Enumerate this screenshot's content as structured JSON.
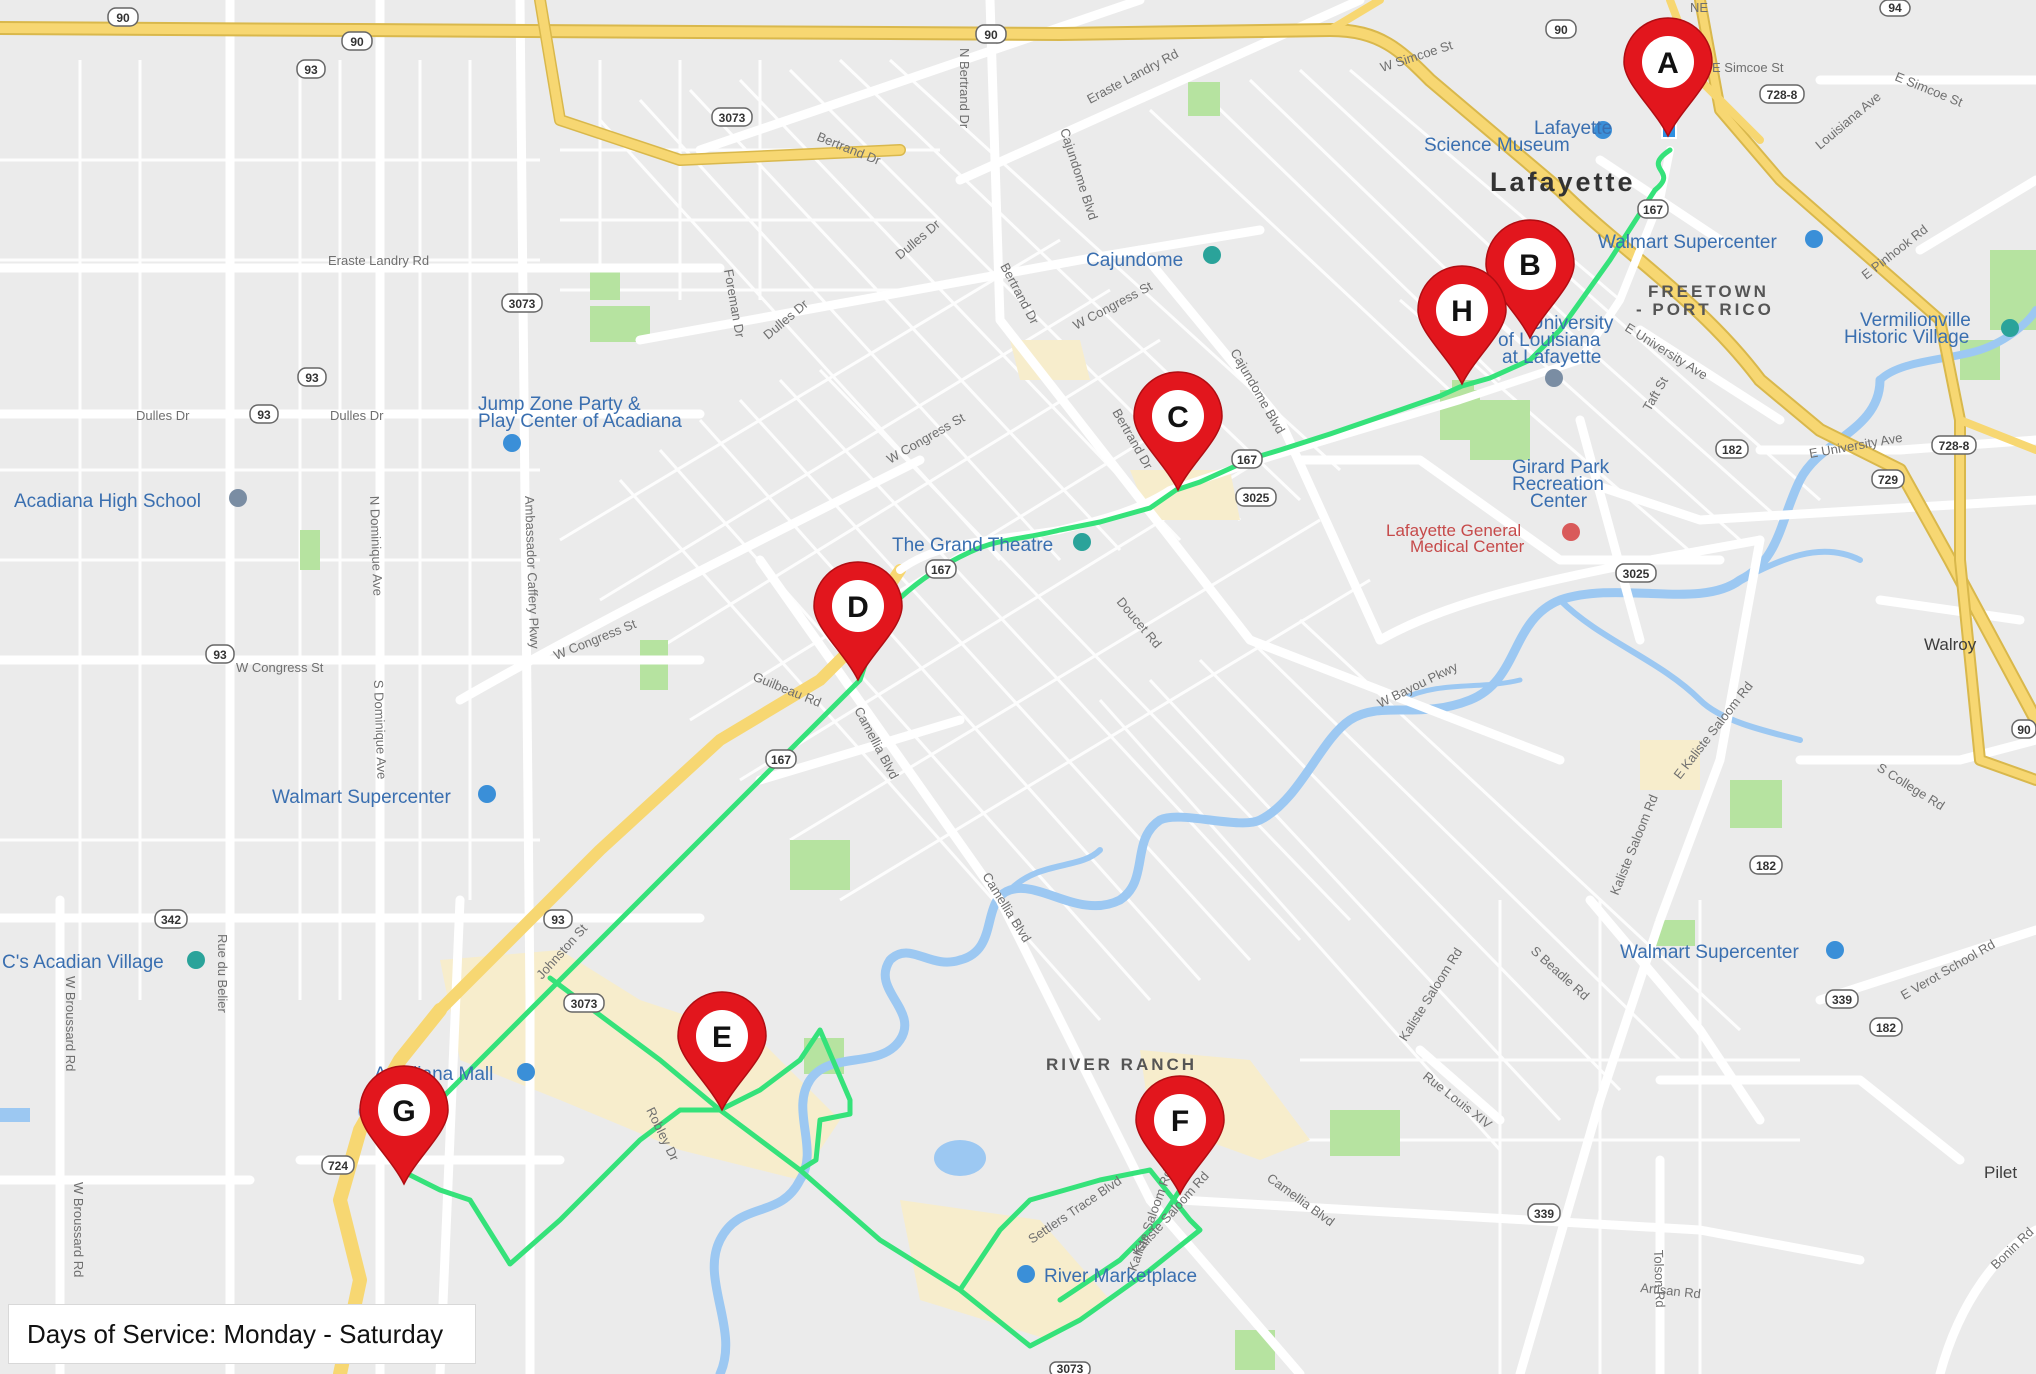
{
  "service": {
    "text": "Days of Service: Monday - Saturday"
  },
  "route": {
    "color": "#35e27a"
  },
  "stops": [
    "A",
    "B",
    "C",
    "D",
    "E",
    "F",
    "G",
    "H"
  ],
  "colors": {
    "pin": "#e2161d",
    "land": "#ebebeb",
    "water": "#9cc8f2",
    "major_road": "#f7d772",
    "park": "#b6e3a0",
    "commercial": "#f7edcc"
  },
  "areas": {
    "city": "Lafayette",
    "freetown_1": "FREETOWN",
    "freetown_2": "- PORT RICO",
    "river_ranch": "RIVER RANCH",
    "walroy": "Walroy",
    "pilet": "Pilet"
  },
  "pois": {
    "science_museum_1": "Lafayette",
    "science_museum_2": "Science Museum",
    "walmart_1": "Walmart Supercenter",
    "walmart_2": "Walmart Supercenter",
    "walmart_3": "Walmart Supercenter",
    "cajundome": "Cajundome",
    "ul_1": "University",
    "ul_2": "of Louisiana",
    "ul_3": "at Lafayette",
    "vermilionville_1": "Vermilionville",
    "vermilionville_2": "Historic Village",
    "jump_zone_1": "Jump Zone Party &",
    "jump_zone_2": "Play Center of Acadiana",
    "acadiana_high": "Acadiana High School",
    "grand_theatre": "The Grand Theatre",
    "girard_1": "Girard Park",
    "girard_2": "Recreation",
    "girard_3": "Center",
    "general_1": "Lafayette General",
    "general_2": "Medical Center",
    "acadiana_mall": "Acadiana Mall",
    "acadian_village": "C's Acadian Village",
    "river_marketplace": "River Marketplace"
  },
  "streets": {
    "w_simcoe": "W Simcoe St",
    "e_simcoe": "E Simcoe St",
    "e_simcoe_2": "E Simcoe St",
    "louisiana_ave": "Louisiana Ave",
    "n_bertrand": "N Bertrand Dr",
    "eraste_landry_1": "Eraste Landry Rd",
    "eraste_landry_2": "Eraste Landry Rd",
    "bertrand_1": "Bertrand Dr",
    "bertrand_2": "Bertrand Dr",
    "bertrand_3": "Bertrand Dr",
    "cajundome_blvd_1": "Cajundome Blvd",
    "cajundome_blvd_2": "Cajundome Blvd",
    "dulles_1": "Dulles Dr",
    "dulles_2": "Dulles Dr",
    "dulles_3": "Dulles Dr",
    "dulles_4": "Dulles Dr",
    "foreman": "Foreman Dr",
    "w_congress_1": "W Congress St",
    "w_congress_2": "W Congress St",
    "w_congress_3": "W Congress St",
    "w_congress_4": "W Congress St",
    "e_pinhook": "E Pinhook Rd",
    "e_university_1": "E University Ave",
    "e_university_2": "E University Ave",
    "taft": "Taft St",
    "n_dominique": "N Dominique Ave",
    "s_dominique": "S Dominique Ave",
    "ambassador": "Ambassador Caffery Pkwy",
    "doucet": "Doucet Rd",
    "guilbeau": "Guilbeau Rd",
    "camellia_1": "Camellia Blvd",
    "camellia_2": "Camellia Blvd",
    "camellia_3": "Camellia Blvd",
    "w_bayou": "W Bayou Pkwy",
    "e_kaliste_1": "E Kaliste Saloom Rd",
    "kaliste_2": "Kaliste Saloom Rd",
    "kaliste_3": "Kaliste Saloom Rd",
    "kaliste_4": "Kaliste Saloom Rd",
    "s_college": "S College Rd",
    "s_beadle": "S Beadle Rd",
    "e_verot": "E Verot School Rd",
    "rue_louis": "Rue Louis XIV",
    "rue_du_belier": "Rue du Belier",
    "w_broussard_1": "W Broussard Rd",
    "w_broussard_2": "W Broussard Rd",
    "johnston": "Johnston St",
    "robley": "Robley Dr",
    "settlers": "Settlers Trace Blvd",
    "bonin": "Bonin Rd",
    "artisan": "Artisan Rd",
    "tolson": "Tolson Rd",
    "congress_w": "W Congress St",
    "ne": "NE"
  },
  "shields": {
    "s90a": "90",
    "s90b": "90",
    "s90c": "90",
    "s90d": "90",
    "s90e": "90",
    "s93a": "93",
    "s93b": "93",
    "s93c": "93",
    "s93d": "93",
    "s93e": "93",
    "s3073a": "3073",
    "s3073b": "3073",
    "s3073c": "3073",
    "s3073d": "3073",
    "s167a": "167",
    "s167b": "167",
    "s167c": "167",
    "s167d": "167",
    "s3025a": "3025",
    "s3025b": "3025",
    "s182a": "182",
    "s182b": "182",
    "s182c": "182",
    "s729": "729",
    "s7288a": "728-8",
    "s7288b": "728-8",
    "s339a": "339",
    "s339b": "339",
    "s342": "342",
    "s724": "724",
    "s94": "94"
  }
}
